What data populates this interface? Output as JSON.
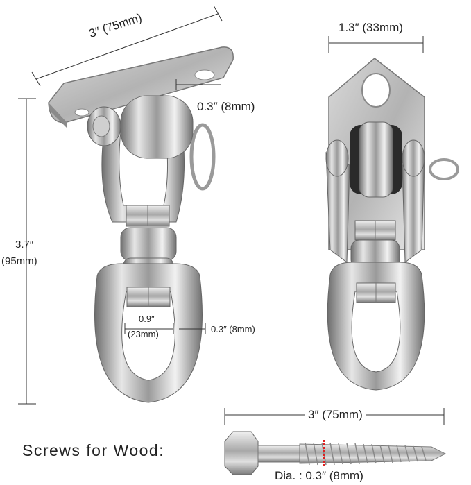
{
  "labels": {
    "plate_length": "3″ (75mm)",
    "plate_width": "1.3″ (33mm)",
    "plate_thickness": "0.3″ (8mm)",
    "height_in": "3.7″",
    "height_mm": "(95mm)",
    "ring_inner_in": "0.9″",
    "ring_inner_mm": "(23mm)",
    "ring_thickness": "0.3″ (8mm)",
    "screw_length": "3″ (75mm)",
    "screw_diameter": "Dia. : 0.3″ (8mm)",
    "screws_caption": "Screws for Wood:"
  }
}
